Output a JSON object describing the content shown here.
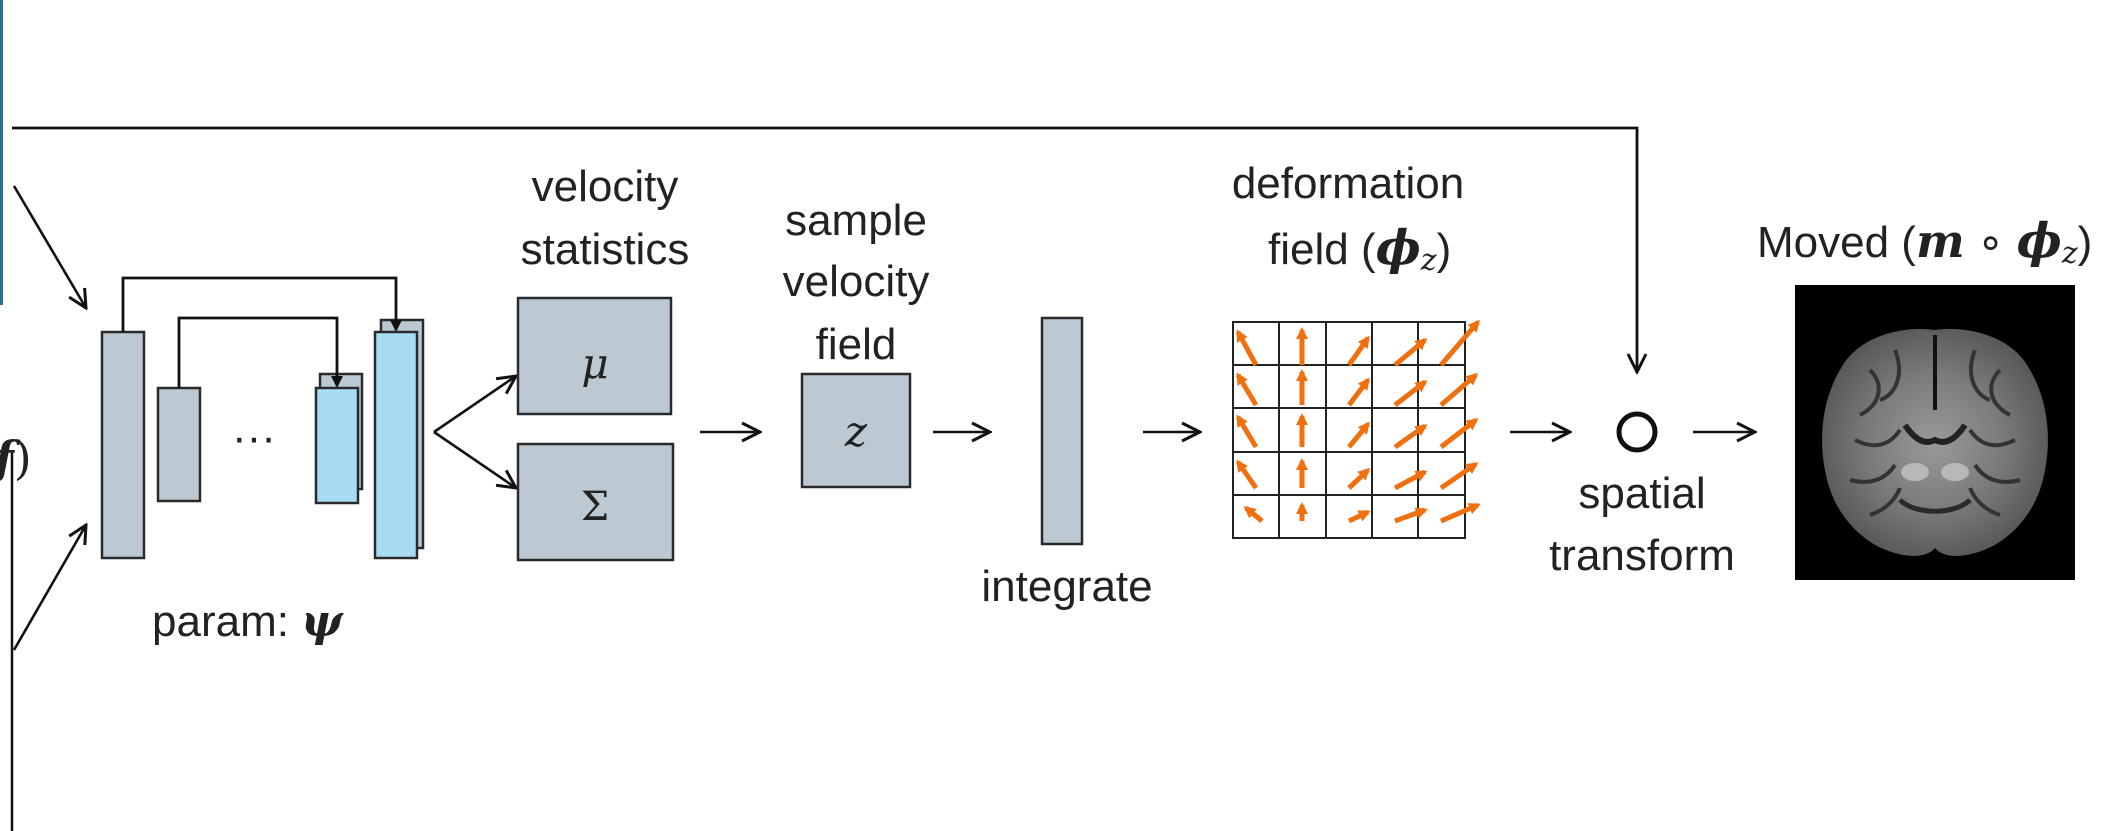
{
  "labels": {
    "f_glyph": "f",
    "f_paren": ")",
    "param_prefix": "param: ",
    "param_symbol": "ψ",
    "ellipsis": "···",
    "velocity_statistics": [
      "velocity",
      "statistics"
    ],
    "mu": "μ",
    "sigma": "Σ",
    "sample_velocity_field": [
      "sample",
      "velocity",
      "field"
    ],
    "z": "z",
    "integrate": "integrate",
    "deformation_field_line1": "deformation",
    "deformation_field_prefix": "field (",
    "phi": "ϕ",
    "phi_sub": "z",
    "close_paren": ")",
    "spatial_transform": [
      "spatial",
      "transform"
    ],
    "moved_prefix": "Moved (",
    "moved_m": "m",
    "moved_compose": " ∘ ",
    "moved_phi": "ϕ",
    "moved_sub": "z",
    "moved_close": ")"
  },
  "colors": {
    "gray_block": "#bcc8d2",
    "blue_block": "#a7dcf2",
    "arrow_orange": "#f07010",
    "left_edge_blue": "#2f6f8f"
  },
  "image": {
    "description_icon": "brain-mri-coronal-slice"
  }
}
